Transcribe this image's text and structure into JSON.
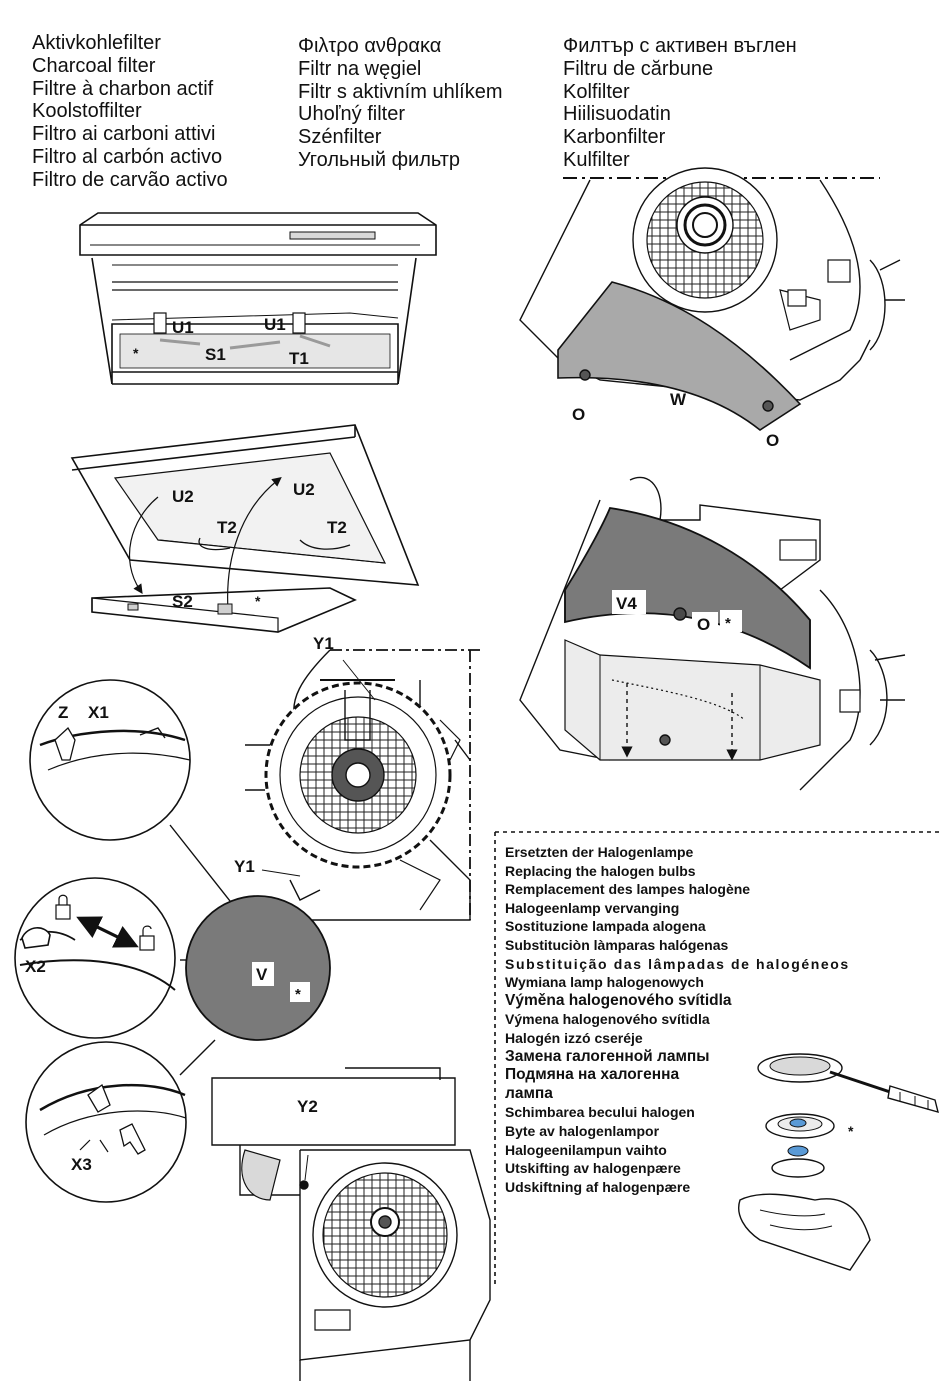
{
  "filter_titles": {
    "col1": [
      "Aktivkohlefilter",
      "Charcoal filter",
      "Filtre à charbon actif",
      "Koolstoffilter",
      "Filtro ai carboni attivi",
      "Filtro al carbón activo",
      "Filtro de carvão activo"
    ],
    "col2": [
      "Φιλτρο ανθρακα",
      "Filtr na węgiel",
      "Filtr s aktivním uhlíkem",
      "Uhoľný filter",
      "Szénfilter",
      "Угольный фильтр"
    ],
    "col3": [
      "Филтър с активен въглен",
      "Filtru de cărbune",
      "Kolfilter",
      "Hiilisuodatin",
      "Karbonfilter",
      "Kulfilter"
    ]
  },
  "halogen_titles": [
    "Ersetzten der Halogenlampe",
    "Replacing the halogen bulbs",
    "Remplacement des lampes halogène",
    "Halogeenlamp vervanging",
    "Sostituzione lampada alogena",
    "Substituciòn làmparas halógenas",
    "Substituição das lâmpadas de halogéneos",
    "Wymiana lamp halogenowych",
    "Výměna halogenového svítidla",
    "Výmena halogenového svítidla",
    "Halogén izzó cseréje",
    "Замена галогенной лампы",
    "Подмяна на халогенна",
    "лампа",
    "Schimbarea becului halogen",
    "Byte av halogenlampor",
    "Halogeenilampun vaihto",
    "Utskifting av halogenpære",
    "Udskiftning af halogenpære"
  ],
  "labels": {
    "u1": "U1",
    "s1": "S1",
    "t1": "T1",
    "u2": "U2",
    "t2": "T2",
    "s2": "S2",
    "w": "W",
    "o": "O",
    "v4": "V4",
    "y1": "Y1",
    "y2": "Y2",
    "z": "Z",
    "x1": "X1",
    "x2": "X2",
    "x3": "X3",
    "v": "V",
    "star": "*"
  },
  "colors": {
    "line": "#111111",
    "fill_dark": "#7a7a7a",
    "fill_mid": "#a9a9a9",
    "fill_light": "#d9d9d9"
  }
}
